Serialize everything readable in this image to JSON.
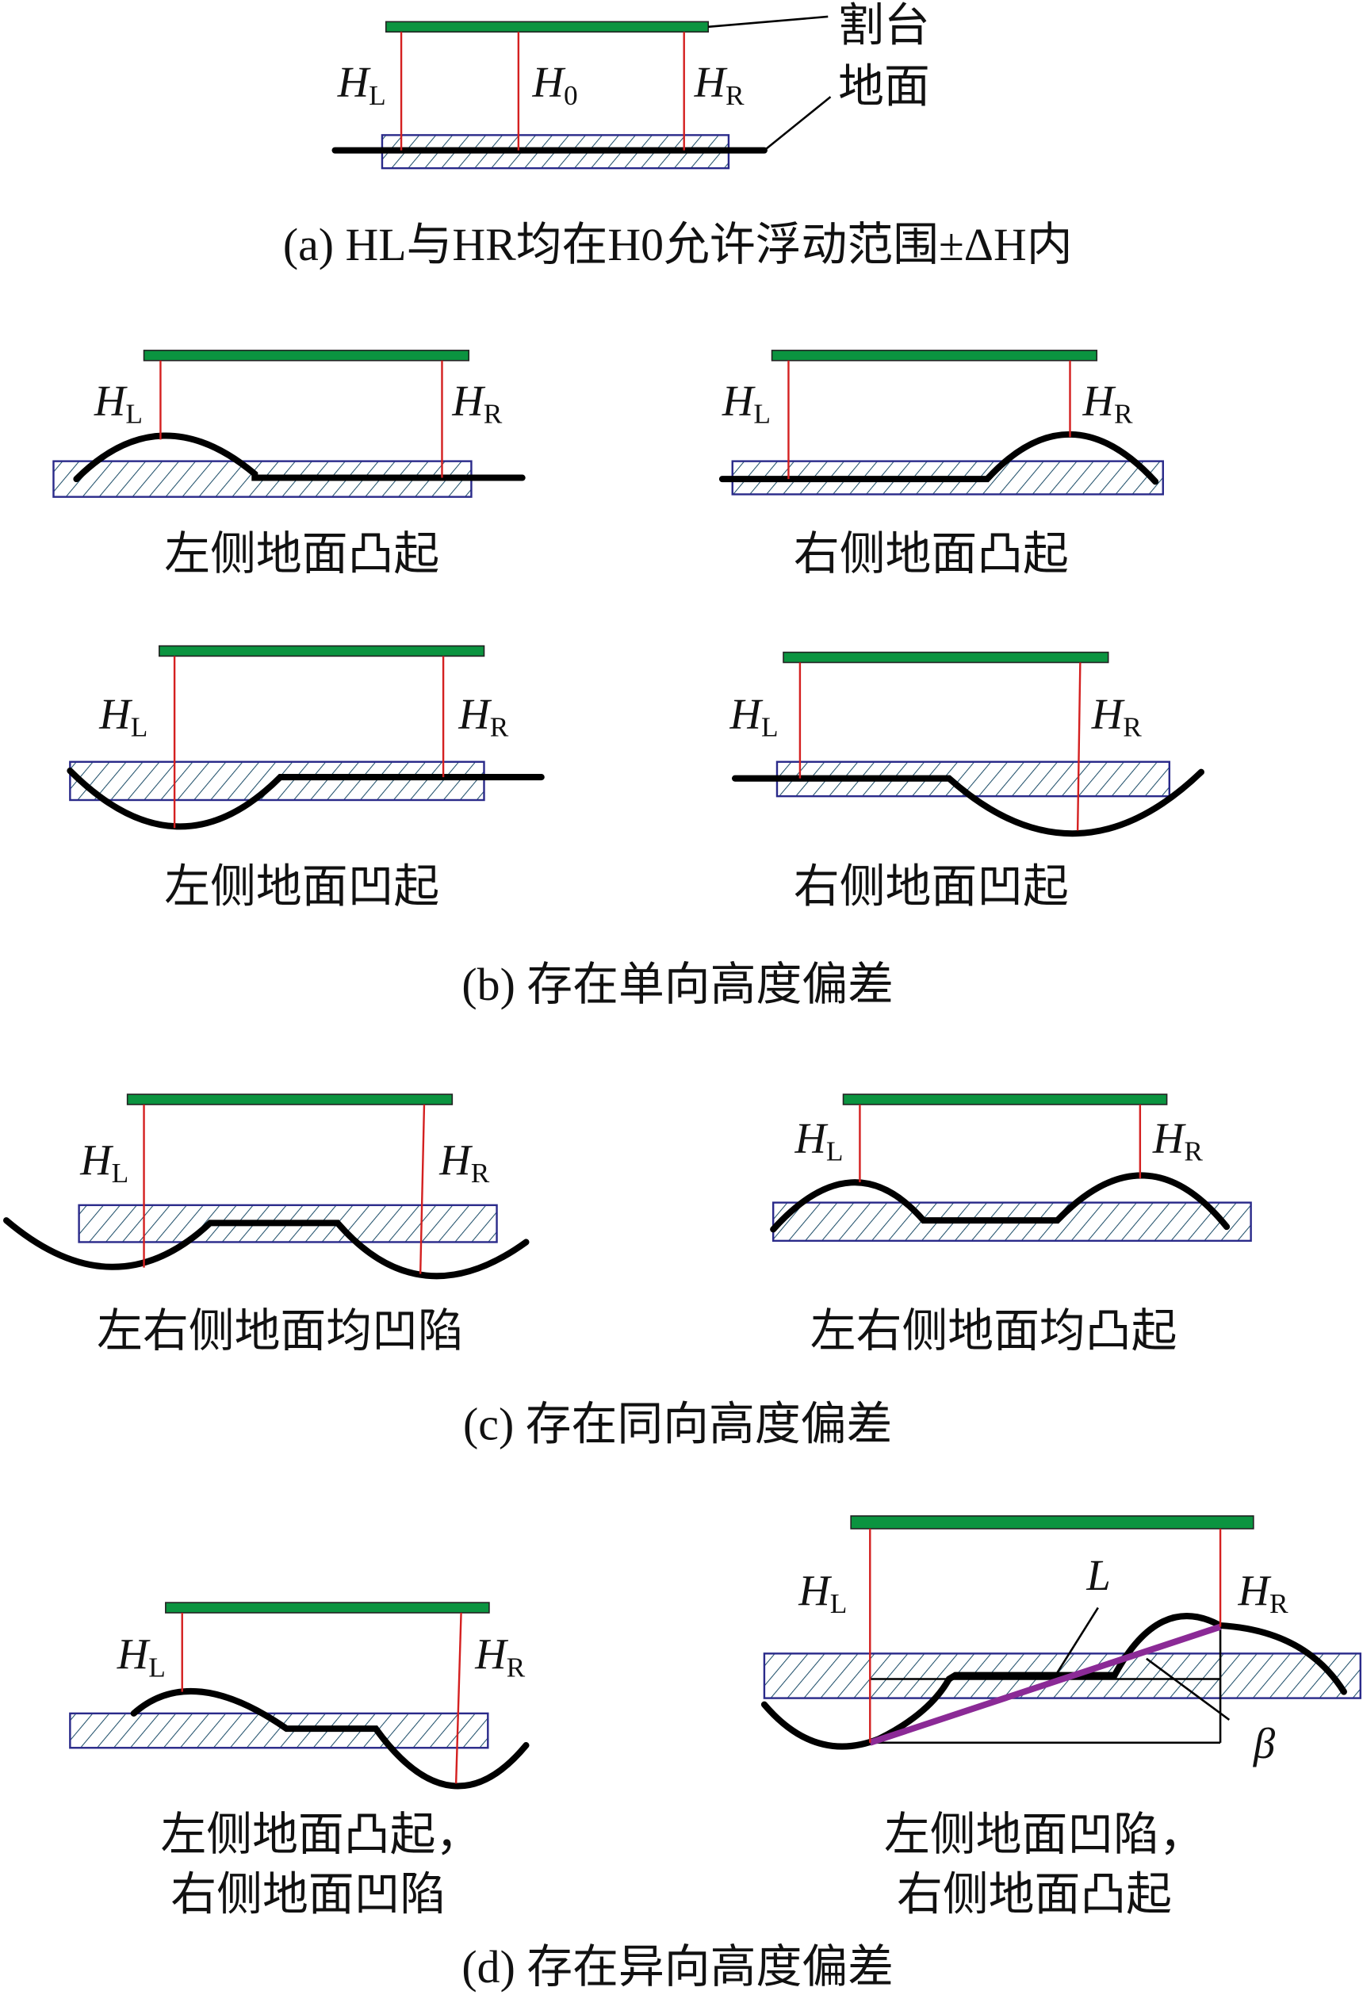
{
  "panel_a": {
    "label_platform": "割台",
    "label_ground": "地面",
    "h_left": "H",
    "h_left_sub": "L",
    "h_center": "H",
    "h_center_sub": "0",
    "h_right": "H",
    "h_right_sub": "R",
    "caption": "(a) HL与HR均在H0允许浮动范围±ΔH内"
  },
  "panel_b": {
    "sub1": "左侧地面凸起",
    "sub2": "右侧地面凸起",
    "sub3": "左侧地面凹起",
    "sub4": "右侧地面凹起",
    "caption": "(b) 存在单向高度偏差"
  },
  "panel_c": {
    "sub1": "左右侧地面均凹陷",
    "sub2": "左右侧地面均凸起",
    "caption": "(c) 存在同向高度偏差"
  },
  "panel_d": {
    "sub1_line1": "左侧地面凸起，",
    "sub1_line2": "右侧地面凹陷",
    "sub2_line1": "左侧地面凹陷，",
    "sub2_line2": "右侧地面凸起",
    "label_L": "L",
    "label_beta": "β",
    "caption": "(d) 存在异向高度偏差"
  },
  "labels": {
    "H": "H",
    "L": "L",
    "R": "R"
  },
  "colors": {
    "platform": "#0b9440",
    "height_line": "#d42020",
    "hatch": "#2a2a8a",
    "fit_line": "#8b2a96"
  }
}
